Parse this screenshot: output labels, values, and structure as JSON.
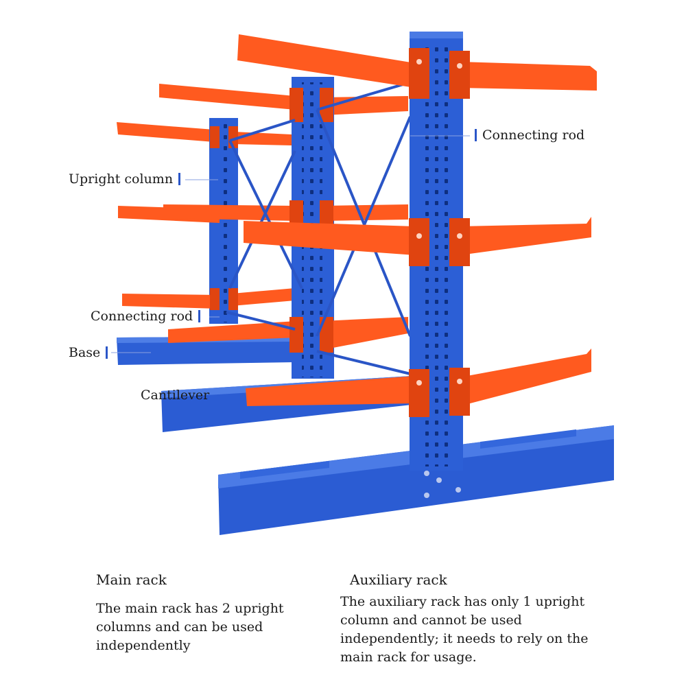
{
  "labels": {
    "connecting_rod_top": "Connecting rod",
    "upright_column": "Upright column",
    "connecting_rod_mid": "Connecting rod",
    "base": "Base",
    "cantilever": "Cantilever"
  },
  "captions": {
    "main_rack_title": "Main rack",
    "main_rack_text": "The main rack has 2 upright columns and can be used independently",
    "aux_rack_title": "Auxiliary rack",
    "aux_rack_text": "The auxiliary rack has only 1 upright column and cannot be used independently; it needs to rely on the main rack for usage."
  },
  "colors": {
    "upright": "#2c5fd6",
    "upright_dark": "#1d46b0",
    "arm": "#ff5a1f",
    "arm_dark": "#e04410",
    "base": "#2b5cd3",
    "marker": "#2a56c8"
  }
}
